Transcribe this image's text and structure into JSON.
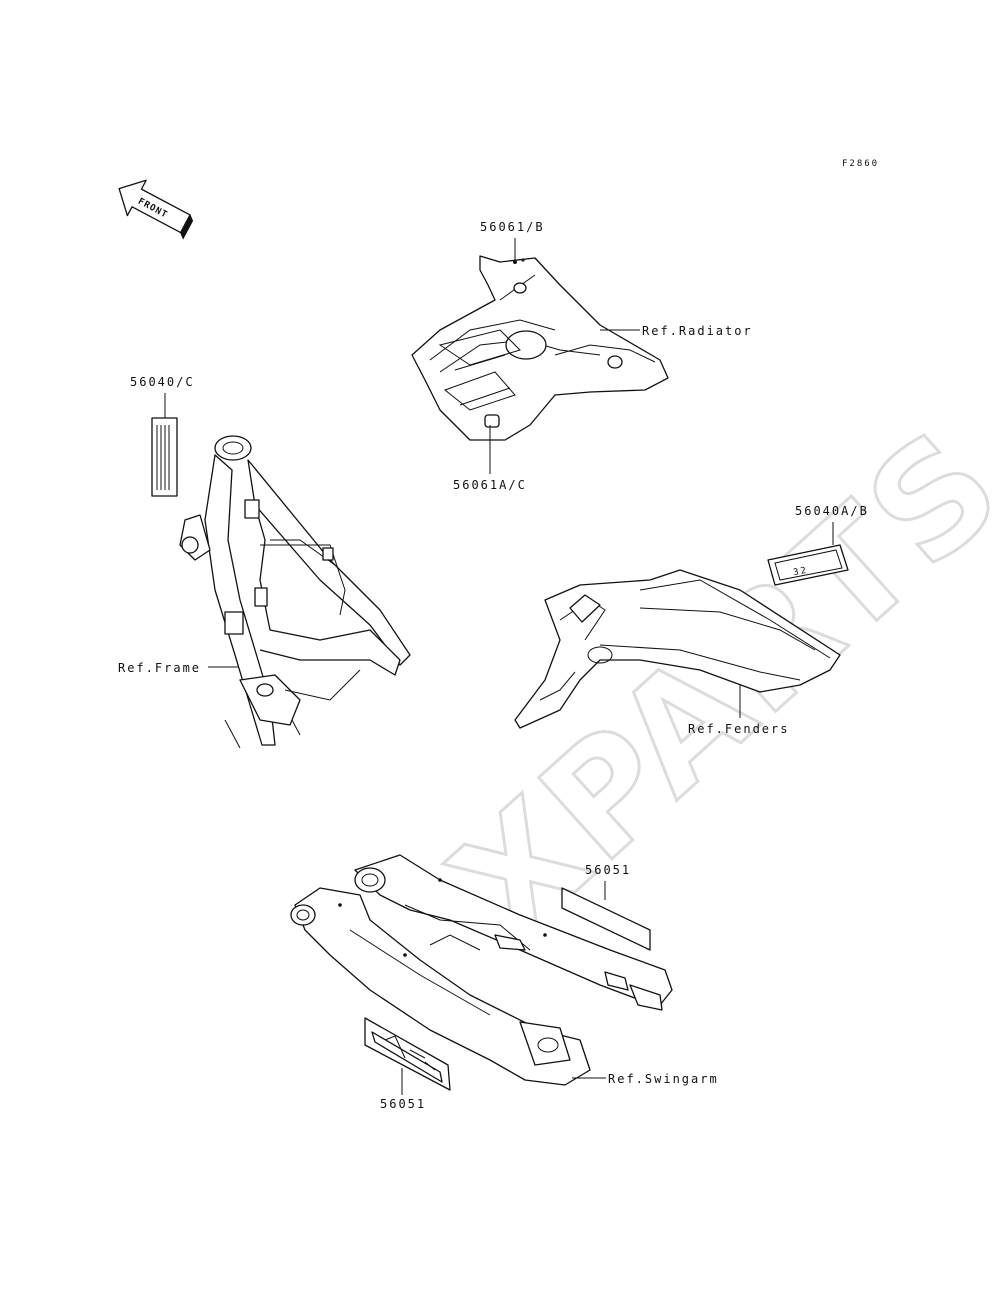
{
  "figure_code": "F2860",
  "front_arrow_label": "FRONT",
  "watermark": "XPARTS",
  "callouts": {
    "shroud_top": "56061/B",
    "shroud_bottom": "56061A/C",
    "radiator_ref": "Ref.Radiator",
    "frame_label_part": "56040/C",
    "frame_ref": "Ref.Frame",
    "fender_label_part": "56040A/B",
    "fender_ref": "Ref.Fenders",
    "swingarm_label_top": "56051",
    "swingarm_label_bottom": "56051",
    "swingarm_ref": "Ref.Swingarm"
  },
  "fender_decal_text": "32"
}
